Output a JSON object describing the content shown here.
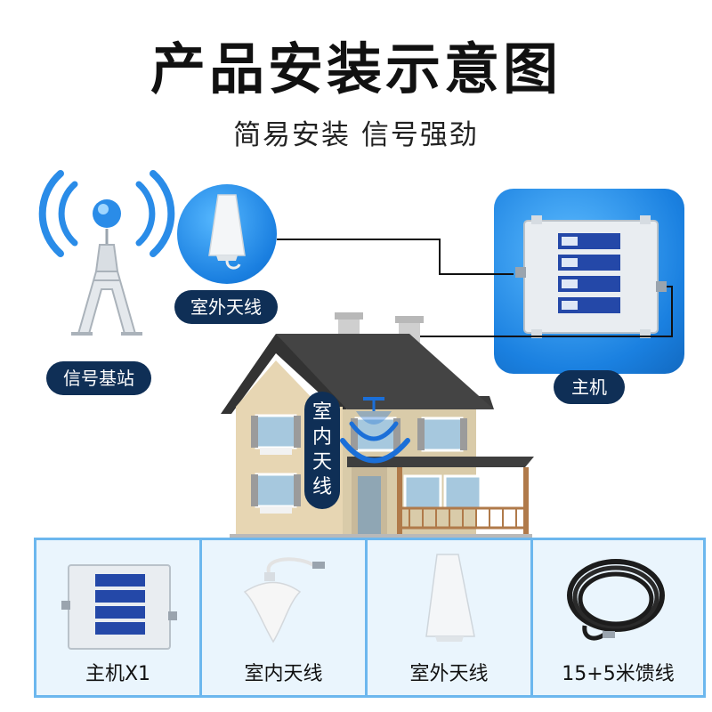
{
  "header": {
    "title": "产品安装示意图",
    "subtitle": "简易安装 信号强劲"
  },
  "labels": {
    "base_station": "信号基站",
    "outdoor_antenna": "室外天线",
    "host": "主机",
    "indoor_antenna": "室内天线"
  },
  "products": [
    {
      "label": "主机X1"
    },
    {
      "label": "室内天线"
    },
    {
      "label": "室外天线"
    },
    {
      "label": "15+5米馈线"
    }
  ],
  "colors": {
    "pill_bg": "#0f2f56",
    "accent_blue": "#1a80e0",
    "strip_border": "#6cb7ee",
    "strip_bg": "#eaf5fd"
  }
}
